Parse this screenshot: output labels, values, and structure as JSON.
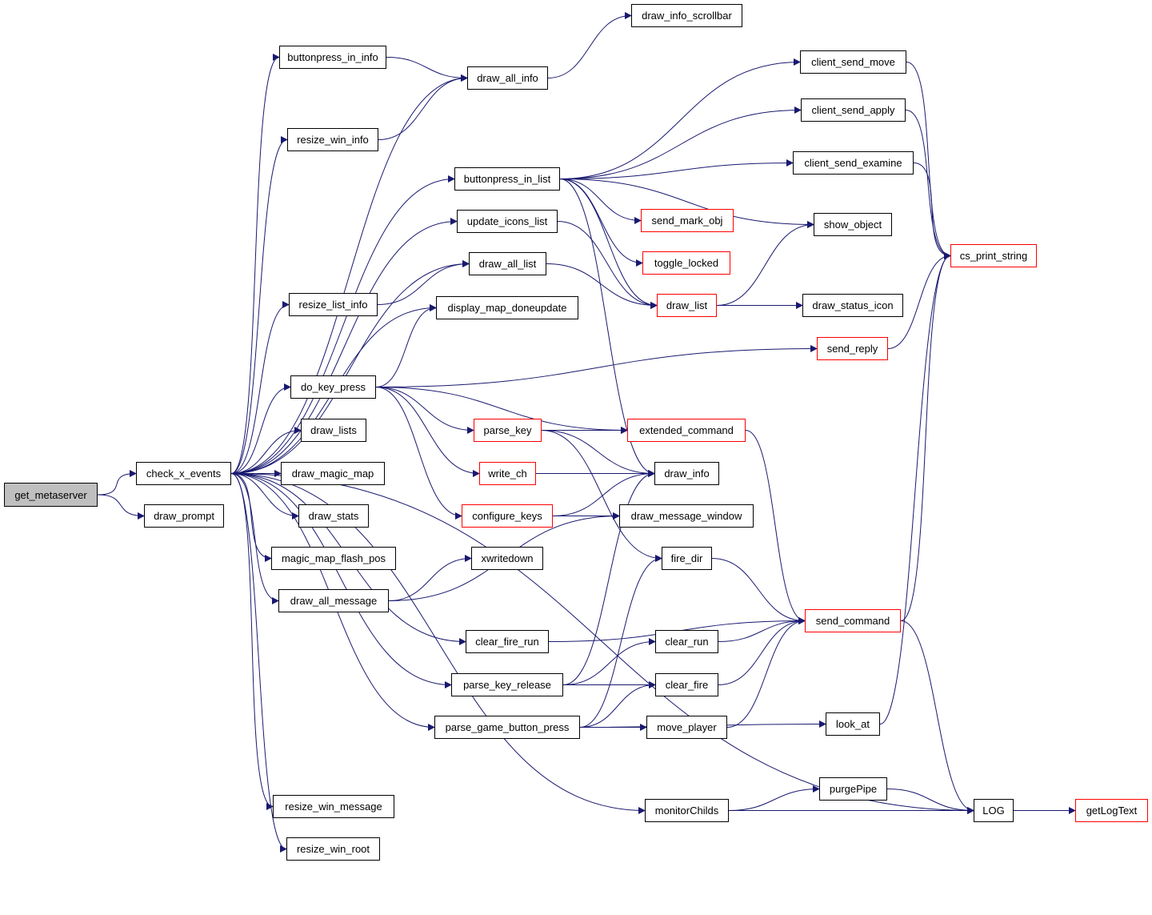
{
  "graph": {
    "edge_color": "#191970",
    "highlight_color": "#ff0000",
    "root_fill": "#bfbfbf",
    "nodes": [
      {
        "id": "get_metaserver",
        "label": "get_metaserver",
        "style": "root"
      },
      {
        "id": "check_x_events",
        "label": "check_x_events",
        "style": "plain"
      },
      {
        "id": "draw_prompt",
        "label": "draw_prompt",
        "style": "plain"
      },
      {
        "id": "buttonpress_in_info",
        "label": "buttonpress_in_info",
        "style": "plain"
      },
      {
        "id": "resize_win_info",
        "label": "resize_win_info",
        "style": "plain"
      },
      {
        "id": "resize_list_info",
        "label": "resize_list_info",
        "style": "plain"
      },
      {
        "id": "do_key_press",
        "label": "do_key_press",
        "style": "plain"
      },
      {
        "id": "draw_lists",
        "label": "draw_lists",
        "style": "plain"
      },
      {
        "id": "draw_magic_map",
        "label": "draw_magic_map",
        "style": "plain"
      },
      {
        "id": "draw_stats",
        "label": "draw_stats",
        "style": "plain"
      },
      {
        "id": "magic_map_flash_pos",
        "label": "magic_map_flash_pos",
        "style": "plain"
      },
      {
        "id": "draw_all_message",
        "label": "draw_all_message",
        "style": "plain"
      },
      {
        "id": "resize_win_message",
        "label": "resize_win_message",
        "style": "plain"
      },
      {
        "id": "resize_win_root",
        "label": "resize_win_root",
        "style": "plain"
      },
      {
        "id": "draw_all_info",
        "label": "draw_all_info",
        "style": "plain"
      },
      {
        "id": "buttonpress_in_list",
        "label": "buttonpress_in_list",
        "style": "plain"
      },
      {
        "id": "update_icons_list",
        "label": "update_icons_list",
        "style": "plain"
      },
      {
        "id": "draw_all_list",
        "label": "draw_all_list",
        "style": "plain"
      },
      {
        "id": "display_map_doneupdate",
        "label": "display_map_doneupdate",
        "style": "plain"
      },
      {
        "id": "parse_key",
        "label": "parse_key",
        "style": "red"
      },
      {
        "id": "write_ch",
        "label": "write_ch",
        "style": "red"
      },
      {
        "id": "configure_keys",
        "label": "configure_keys",
        "style": "red"
      },
      {
        "id": "xwritedown",
        "label": "xwritedown",
        "style": "plain"
      },
      {
        "id": "clear_fire_run",
        "label": "clear_fire_run",
        "style": "plain"
      },
      {
        "id": "parse_key_release",
        "label": "parse_key_release",
        "style": "plain"
      },
      {
        "id": "parse_game_button_press",
        "label": "parse_game_button_press",
        "style": "plain"
      },
      {
        "id": "draw_info_scrollbar",
        "label": "draw_info_scrollbar",
        "style": "plain"
      },
      {
        "id": "send_mark_obj",
        "label": "send_mark_obj",
        "style": "red"
      },
      {
        "id": "toggle_locked",
        "label": "toggle_locked",
        "style": "red"
      },
      {
        "id": "draw_list",
        "label": "draw_list",
        "style": "red"
      },
      {
        "id": "extended_command",
        "label": "extended_command",
        "style": "red"
      },
      {
        "id": "draw_info",
        "label": "draw_info",
        "style": "plain"
      },
      {
        "id": "draw_message_window",
        "label": "draw_message_window",
        "style": "plain"
      },
      {
        "id": "fire_dir",
        "label": "fire_dir",
        "style": "plain"
      },
      {
        "id": "clear_run",
        "label": "clear_run",
        "style": "plain"
      },
      {
        "id": "clear_fire",
        "label": "clear_fire",
        "style": "plain"
      },
      {
        "id": "move_player",
        "label": "move_player",
        "style": "plain"
      },
      {
        "id": "monitorChilds",
        "label": "monitorChilds",
        "style": "plain"
      },
      {
        "id": "client_send_move",
        "label": "client_send_move",
        "style": "plain"
      },
      {
        "id": "client_send_apply",
        "label": "client_send_apply",
        "style": "plain"
      },
      {
        "id": "client_send_examine",
        "label": "client_send_examine",
        "style": "plain"
      },
      {
        "id": "show_object",
        "label": "show_object",
        "style": "plain"
      },
      {
        "id": "draw_status_icon",
        "label": "draw_status_icon",
        "style": "plain"
      },
      {
        "id": "send_reply",
        "label": "send_reply",
        "style": "red"
      },
      {
        "id": "send_command",
        "label": "send_command",
        "style": "red"
      },
      {
        "id": "look_at",
        "label": "look_at",
        "style": "plain"
      },
      {
        "id": "purgePipe",
        "label": "purgePipe",
        "style": "plain"
      },
      {
        "id": "cs_print_string",
        "label": "cs_print_string",
        "style": "red"
      },
      {
        "id": "LOG",
        "label": "LOG",
        "style": "plain"
      },
      {
        "id": "getLogText",
        "label": "getLogText",
        "style": "red"
      }
    ],
    "edges": [
      [
        "get_metaserver",
        "check_x_events"
      ],
      [
        "get_metaserver",
        "draw_prompt"
      ],
      [
        "check_x_events",
        "buttonpress_in_info"
      ],
      [
        "check_x_events",
        "draw_all_info"
      ],
      [
        "check_x_events",
        "resize_win_info"
      ],
      [
        "check_x_events",
        "buttonpress_in_list"
      ],
      [
        "check_x_events",
        "update_icons_list"
      ],
      [
        "check_x_events",
        "draw_all_list"
      ],
      [
        "check_x_events",
        "resize_list_info"
      ],
      [
        "check_x_events",
        "display_map_doneupdate"
      ],
      [
        "check_x_events",
        "do_key_press"
      ],
      [
        "check_x_events",
        "draw_lists"
      ],
      [
        "check_x_events",
        "draw_magic_map"
      ],
      [
        "check_x_events",
        "draw_stats"
      ],
      [
        "check_x_events",
        "magic_map_flash_pos"
      ],
      [
        "check_x_events",
        "draw_all_message"
      ],
      [
        "check_x_events",
        "clear_fire_run"
      ],
      [
        "check_x_events",
        "parse_key_release"
      ],
      [
        "check_x_events",
        "parse_game_button_press"
      ],
      [
        "check_x_events",
        "monitorChilds"
      ],
      [
        "check_x_events",
        "resize_win_message"
      ],
      [
        "check_x_events",
        "resize_win_root"
      ],
      [
        "check_x_events",
        "LOG"
      ],
      [
        "buttonpress_in_info",
        "draw_all_info"
      ],
      [
        "resize_win_info",
        "draw_all_info"
      ],
      [
        "draw_all_info",
        "draw_info_scrollbar"
      ],
      [
        "buttonpress_in_list",
        "client_send_move"
      ],
      [
        "buttonpress_in_list",
        "client_send_apply"
      ],
      [
        "buttonpress_in_list",
        "client_send_examine"
      ],
      [
        "buttonpress_in_list",
        "show_object"
      ],
      [
        "buttonpress_in_list",
        "send_mark_obj"
      ],
      [
        "buttonpress_in_list",
        "toggle_locked"
      ],
      [
        "buttonpress_in_list",
        "draw_list"
      ],
      [
        "buttonpress_in_list",
        "draw_info"
      ],
      [
        "update_icons_list",
        "draw_list"
      ],
      [
        "draw_all_list",
        "draw_list"
      ],
      [
        "resize_list_info",
        "draw_all_list"
      ],
      [
        "do_key_press",
        "display_map_doneupdate"
      ],
      [
        "do_key_press",
        "send_reply"
      ],
      [
        "do_key_press",
        "extended_command"
      ],
      [
        "do_key_press",
        "parse_key"
      ],
      [
        "do_key_press",
        "write_ch"
      ],
      [
        "do_key_press",
        "configure_keys"
      ],
      [
        "parse_key",
        "extended_command"
      ],
      [
        "parse_key",
        "draw_info"
      ],
      [
        "parse_key",
        "fire_dir"
      ],
      [
        "write_ch",
        "draw_info"
      ],
      [
        "configure_keys",
        "draw_info"
      ],
      [
        "configure_keys",
        "draw_message_window"
      ],
      [
        "draw_all_message",
        "xwritedown"
      ],
      [
        "draw_all_message",
        "draw_message_window"
      ],
      [
        "clear_fire_run",
        "send_command"
      ],
      [
        "parse_key_release",
        "clear_run"
      ],
      [
        "parse_key_release",
        "clear_fire"
      ],
      [
        "parse_key_release",
        "draw_info"
      ],
      [
        "parse_game_button_press",
        "clear_fire"
      ],
      [
        "parse_game_button_press",
        "move_player"
      ],
      [
        "parse_game_button_press",
        "fire_dir"
      ],
      [
        "parse_game_button_press",
        "look_at"
      ],
      [
        "draw_list",
        "show_object"
      ],
      [
        "draw_list",
        "draw_status_icon"
      ],
      [
        "extended_command",
        "send_command"
      ],
      [
        "fire_dir",
        "send_command"
      ],
      [
        "clear_run",
        "send_command"
      ],
      [
        "clear_fire",
        "send_command"
      ],
      [
        "move_player",
        "send_command"
      ],
      [
        "monitorChilds",
        "purgePipe"
      ],
      [
        "monitorChilds",
        "LOG"
      ],
      [
        "purgePipe",
        "LOG"
      ],
      [
        "client_send_move",
        "cs_print_string"
      ],
      [
        "client_send_apply",
        "cs_print_string"
      ],
      [
        "client_send_examine",
        "cs_print_string"
      ],
      [
        "send_reply",
        "cs_print_string"
      ],
      [
        "send_command",
        "cs_print_string"
      ],
      [
        "send_command",
        "LOG"
      ],
      [
        "look_at",
        "cs_print_string"
      ],
      [
        "LOG",
        "getLogText"
      ]
    ]
  }
}
